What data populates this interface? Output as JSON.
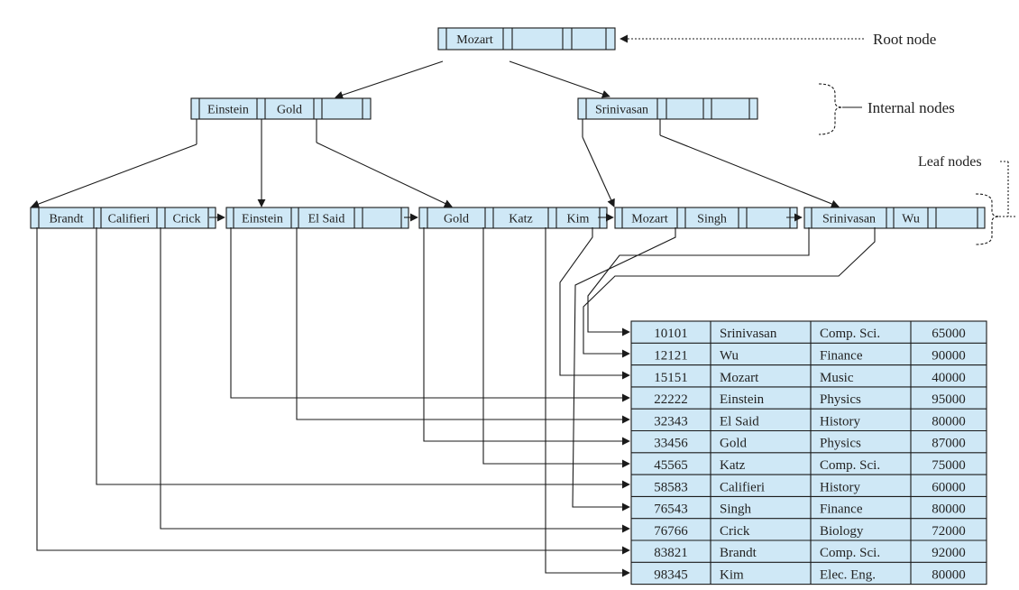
{
  "colors": {
    "fill": "#cfe8f6",
    "stroke": "#1a1a1a",
    "text": "#222222"
  },
  "labels": {
    "root": "Root node",
    "internal": "Internal nodes",
    "leaf": "Leaf nodes"
  },
  "root_node": {
    "keys": [
      "Mozart"
    ]
  },
  "internal_nodes": [
    {
      "keys": [
        "Einstein",
        "Gold"
      ]
    },
    {
      "keys": [
        "Srinivasan"
      ]
    }
  ],
  "leaf_nodes": [
    {
      "keys": [
        "Brandt",
        "Califieri",
        "Crick"
      ]
    },
    {
      "keys": [
        "Einstein",
        "El Said"
      ]
    },
    {
      "keys": [
        "Gold",
        "Katz",
        "Kim"
      ]
    },
    {
      "keys": [
        "Mozart",
        "Singh"
      ]
    },
    {
      "keys": [
        "Srinivasan",
        "Wu"
      ]
    }
  ],
  "table": {
    "rows": [
      [
        "10101",
        "Srinivasan",
        "Comp. Sci.",
        "65000"
      ],
      [
        "12121",
        "Wu",
        "Finance",
        "90000"
      ],
      [
        "15151",
        "Mozart",
        "Music",
        "40000"
      ],
      [
        "22222",
        "Einstein",
        "Physics",
        "95000"
      ],
      [
        "32343",
        "El Said",
        "History",
        "80000"
      ],
      [
        "33456",
        "Gold",
        "Physics",
        "87000"
      ],
      [
        "45565",
        "Katz",
        "Comp. Sci.",
        "75000"
      ],
      [
        "58583",
        "Califieri",
        "History",
        "60000"
      ],
      [
        "76543",
        "Singh",
        "Finance",
        "80000"
      ],
      [
        "76766",
        "Crick",
        "Biology",
        "72000"
      ],
      [
        "83821",
        "Brandt",
        "Comp. Sci.",
        "92000"
      ],
      [
        "98345",
        "Kim",
        "Elec. Eng.",
        "80000"
      ]
    ]
  }
}
